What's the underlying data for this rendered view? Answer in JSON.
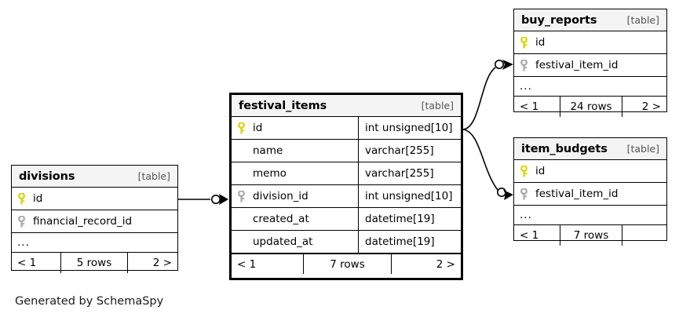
{
  "diagram": {
    "caption": "Generated by SchemaSpy",
    "kind_label": "[table]",
    "ellipsis": "...",
    "colors": {
      "primary_key": "#d6d600",
      "foreign_key": "#a8a8a8",
      "header_background": "#f4f4f4",
      "border": "#000000",
      "background": "#ffffff"
    }
  },
  "tables": {
    "festival_items": {
      "name": "festival_items",
      "kind": "[table]",
      "columns": [
        {
          "key": "primary",
          "name": "id",
          "type": "int unsigned[10]"
        },
        {
          "key": "none",
          "name": "name",
          "type": "varchar[255]"
        },
        {
          "key": "none",
          "name": "memo",
          "type": "varchar[255]"
        },
        {
          "key": "foreign",
          "name": "division_id",
          "type": "int unsigned[10]"
        },
        {
          "key": "none",
          "name": "created_at",
          "type": "datetime[19]"
        },
        {
          "key": "none",
          "name": "updated_at",
          "type": "datetime[19]"
        }
      ],
      "footer": {
        "prev": "< 1",
        "rows": "7 rows",
        "next": "2 >"
      }
    },
    "divisions": {
      "name": "divisions",
      "kind": "[table]",
      "columns": [
        {
          "key": "primary",
          "name": "id"
        },
        {
          "key": "foreign",
          "name": "financial_record_id"
        }
      ],
      "ellipsis": "...",
      "footer": {
        "prev": "< 1",
        "rows": "5 rows",
        "next": "2 >"
      }
    },
    "buy_reports": {
      "name": "buy_reports",
      "kind": "[table]",
      "columns": [
        {
          "key": "primary",
          "name": "id"
        },
        {
          "key": "foreign",
          "name": "festival_item_id"
        }
      ],
      "ellipsis": "...",
      "footer": {
        "prev": "< 1",
        "rows": "24 rows",
        "next": "2 >"
      }
    },
    "item_budgets": {
      "name": "item_budgets",
      "kind": "[table]",
      "columns": [
        {
          "key": "primary",
          "name": "id"
        },
        {
          "key": "foreign",
          "name": "festival_item_id"
        }
      ],
      "ellipsis": "...",
      "footer": {
        "prev": "< 1",
        "rows": "7 rows",
        "next": ""
      }
    }
  },
  "relationships": [
    {
      "from": "divisions.id",
      "to": "festival_items.division_id"
    },
    {
      "from": "festival_items.id",
      "to": "buy_reports.festival_item_id"
    },
    {
      "from": "festival_items.id",
      "to": "item_budgets.festival_item_id"
    }
  ]
}
